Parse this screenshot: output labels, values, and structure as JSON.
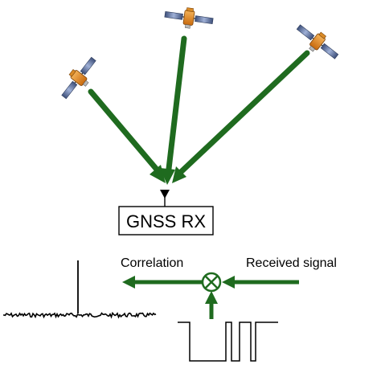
{
  "receiver": {
    "label": "GNSS RX"
  },
  "labels": {
    "correlation": "Correlation",
    "received_signal": "Received signal"
  },
  "colors": {
    "arrow": "#1f6b1f",
    "satellite_body": "#e08a1e",
    "solar_panel": "#5a6f9e",
    "line": "#000000"
  },
  "icons": [
    "satellite-icon",
    "multiplier-icon",
    "antenna-icon"
  ]
}
